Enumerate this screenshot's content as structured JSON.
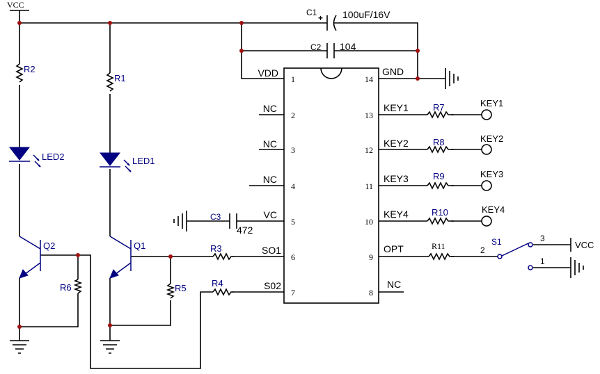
{
  "power": {
    "vcc_top": "VCC",
    "vcc_switch": "VCC"
  },
  "capacitors": {
    "c1": {
      "ref": "C1",
      "polarity": "+",
      "value": "100uF/16V"
    },
    "c2": {
      "ref": "C2",
      "value": "104"
    },
    "c3": {
      "ref": "C3",
      "value": "472"
    }
  },
  "resistors": {
    "r1": "R1",
    "r2": "R2",
    "r3": "R3",
    "r4": "R4",
    "r5": "R5",
    "r6": "R6",
    "r7": "R7",
    "r8": "R8",
    "r9": "R9",
    "r10": "R10",
    "r11": "R11"
  },
  "leds": {
    "led1": "LED1",
    "led2": "LED2"
  },
  "transistors": {
    "q1": "Q1",
    "q2": "Q2"
  },
  "ic": {
    "left_pins": [
      {
        "name": "VDD",
        "num": "1"
      },
      {
        "name": "NC",
        "num": "2"
      },
      {
        "name": "NC",
        "num": "3"
      },
      {
        "name": "NC",
        "num": "4"
      },
      {
        "name": "VC",
        "num": "5"
      },
      {
        "name": "SO1",
        "num": "6"
      },
      {
        "name": "S02",
        "num": "7"
      }
    ],
    "right_pins": [
      {
        "name": "GND",
        "num": "14"
      },
      {
        "name": "KEY1",
        "num": "13"
      },
      {
        "name": "KEY2",
        "num": "12"
      },
      {
        "name": "KEY3",
        "num": "11"
      },
      {
        "name": "KEY4",
        "num": "10"
      },
      {
        "name": "OPT",
        "num": "9"
      },
      {
        "name": "NC",
        "num": "8"
      }
    ]
  },
  "keys": [
    "KEY1",
    "KEY2",
    "KEY3",
    "KEY4"
  ],
  "switch": {
    "ref": "S1",
    "pin1": "1",
    "pin2": "2",
    "pin3": "3"
  },
  "colors": {
    "wire": "#000000",
    "component": "#000080",
    "junction": "#a01010"
  }
}
